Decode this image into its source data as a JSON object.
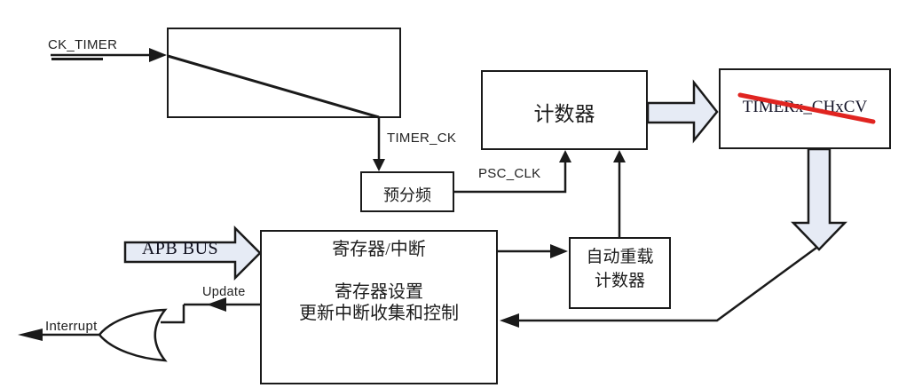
{
  "diagram": {
    "labels": {
      "ck_timer": "CK_TIMER",
      "timer_ck": "TIMER_CK",
      "psc_clk": "PSC_CLK",
      "apb_bus": "APB BUS",
      "update": "Update",
      "interrupt": "Interrupt"
    },
    "blocks": {
      "prescaler": "预分频",
      "counter": "计数器",
      "capture_compare": "TIMERx_CHxCV",
      "autoreload": {
        "line1": "自动重载",
        "line2": "计数器"
      },
      "registers": {
        "line1": "寄存器/中断",
        "line2": "寄存器设置",
        "line3": "更新中断收集和控制"
      }
    },
    "colors": {
      "line": "#1a1a1a",
      "arrow_fill": "#e6ebf5",
      "strikethrough": "#e02420",
      "background": "#ffffff"
    }
  }
}
